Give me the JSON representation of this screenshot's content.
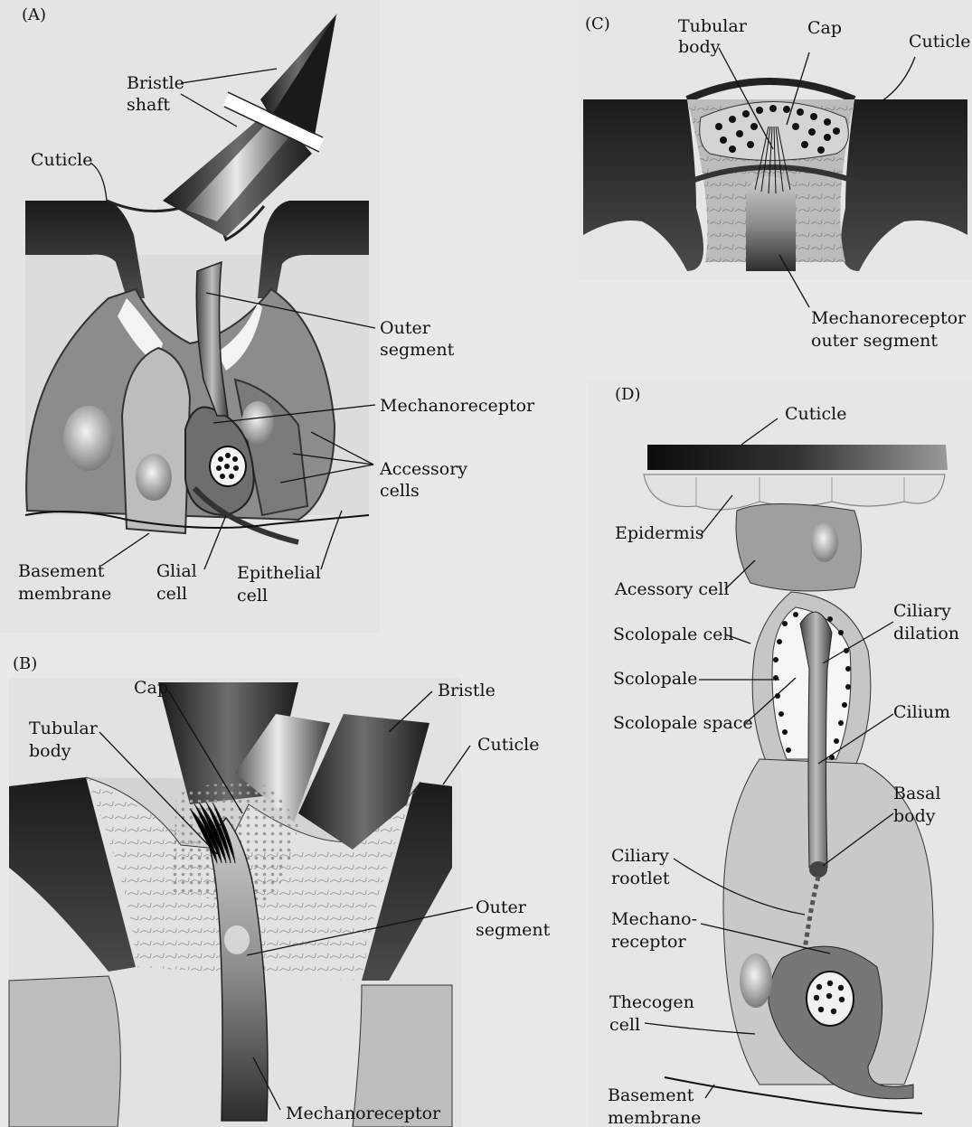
{
  "panels": {
    "a": {
      "letter": "(A)",
      "bristle_shaft": [
        "Bristle",
        "shaft"
      ],
      "cuticle": "Cuticle",
      "outer_segment": [
        "Outer",
        "segment"
      ],
      "mechanoreceptor": "Mechanoreceptor",
      "accessory_cells": [
        "Accessory",
        "cells"
      ],
      "basement_membrane": [
        "Basement",
        "membrane"
      ],
      "glial_cell": [
        "Glial",
        "cell"
      ],
      "epithelial_cell": [
        "Epithelial",
        "cell"
      ]
    },
    "b": {
      "letter": "(B)",
      "cap": "Cap",
      "bristle": "Bristle",
      "tubular_body": [
        "Tubular",
        "body"
      ],
      "cuticle": "Cuticle",
      "outer_segment": [
        "Outer",
        "segment"
      ],
      "mechanoreceptor": "Mechanoreceptor"
    },
    "c": {
      "letter": "(C)",
      "tubular_body": [
        "Tubular",
        "body"
      ],
      "cap": "Cap",
      "cuticle": "Cuticle",
      "mechanoreceptor_outer_segment": [
        "Mechanoreceptor",
        "outer segment"
      ]
    },
    "d": {
      "letter": "(D)",
      "cuticle": "Cuticle",
      "epidermis": "Epidermis",
      "accessory_cell": "Acessory cell",
      "scolopale_cell": "Scolopale cell",
      "scolopale": "Scolopale",
      "scolopale_space": "Scolopale space",
      "ciliary_dilation": [
        "Ciliary",
        "dilation"
      ],
      "cilium": "Cilium",
      "basal_body": [
        "Basal",
        "body"
      ],
      "ciliary_rootlet": [
        "Ciliary",
        "rootlet"
      ],
      "mechanoreceptor": [
        "Mechano-",
        "receptor"
      ],
      "thecogen_cell": [
        "Thecogen",
        "cell"
      ],
      "basement_membrane": [
        "Basement",
        "membrane"
      ]
    }
  }
}
